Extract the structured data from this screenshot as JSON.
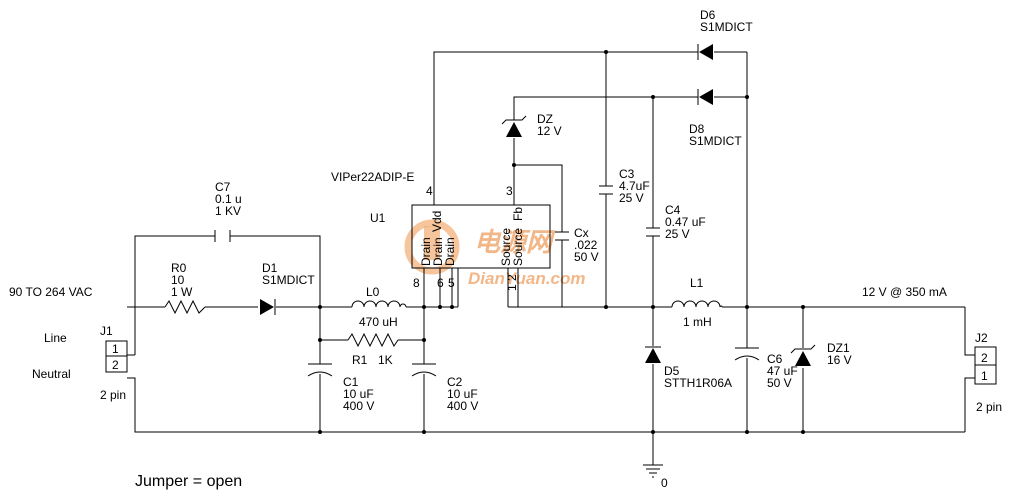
{
  "input": {
    "voltage_range": "90 TO 264 VAC",
    "line": "Line",
    "neutral": "Neutral"
  },
  "output": {
    "spec": "12 V @ 350 mA"
  },
  "note": "Jumper = open",
  "ground": {
    "label": "0"
  },
  "watermark": {
    "text": "电源网",
    "url": "DianYuan.com",
    "color": "#f0a46a"
  },
  "connectors": {
    "j1": {
      "ref": "J1",
      "desc": "2 pin",
      "pins": [
        "1",
        "2"
      ]
    },
    "j2": {
      "ref": "J2",
      "desc": "2 pin",
      "pins": [
        "2",
        "1"
      ]
    }
  },
  "ic": {
    "ref": "U1",
    "part": "VIPer22ADIP-E",
    "pin_labels": [
      "Drain",
      "Drain",
      "Drain",
      "Vdd",
      "Source",
      "Source",
      "Fb"
    ],
    "pin_numbers": {
      "p4": "4",
      "p3": "3",
      "p8": "8",
      "p6": "6",
      "p5": "5",
      "p12": "1 2"
    }
  },
  "components": {
    "c7": {
      "ref": "C7",
      "value": "0.1 u",
      "rating": "1 KV"
    },
    "r0": {
      "ref": "R0",
      "value": "10",
      "rating": "1 W"
    },
    "d1": {
      "ref": "D1",
      "part": "S1MDICT"
    },
    "l0": {
      "ref": "L0",
      "value": "470 uH"
    },
    "r1": {
      "ref": "R1",
      "value": "1K"
    },
    "c1": {
      "ref": "C1",
      "value": "10 uF",
      "rating": "400 V"
    },
    "c2": {
      "ref": "C2",
      "value": "10 uF",
      "rating": "400 V"
    },
    "dz": {
      "ref": "DZ",
      "value": "12 V"
    },
    "cx": {
      "ref": "Cx",
      "value": ".022",
      "rating": "50 V"
    },
    "c3": {
      "ref": "C3",
      "value": "4.7uF",
      "rating": "25 V"
    },
    "c4": {
      "ref": "C4",
      "value": "0.47 uF",
      "rating": "25 V"
    },
    "d6": {
      "ref": "D6",
      "part": "S1MDICT"
    },
    "d8": {
      "ref": "D8",
      "part": "S1MDICT"
    },
    "l1": {
      "ref": "L1",
      "value": "1 mH"
    },
    "d5": {
      "ref": "D5",
      "part": "STTH1R06A"
    },
    "c6": {
      "ref": "C6",
      "value": "47 uF",
      "rating": "50 V"
    },
    "dz1": {
      "ref": "DZ1",
      "value": "16 V"
    }
  }
}
